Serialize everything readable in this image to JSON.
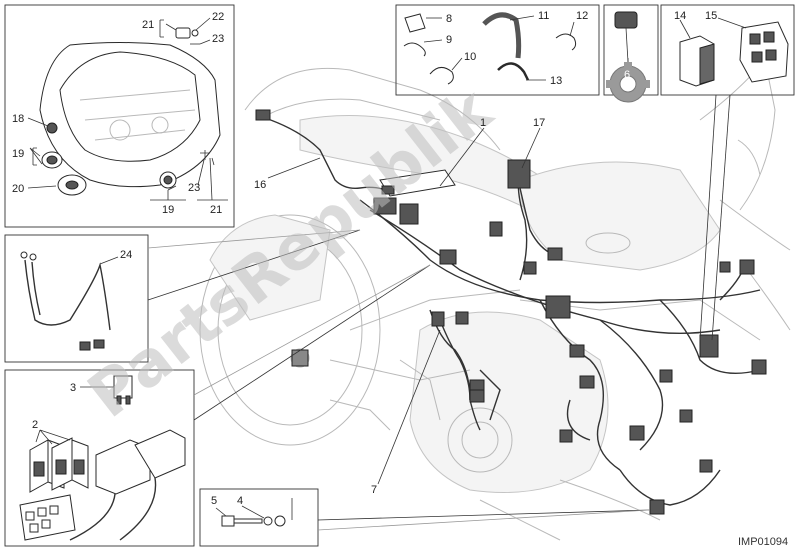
{
  "diagram": {
    "code": "IMP01094",
    "watermark": "PartsRepublik",
    "callouts": {
      "c1": "1",
      "c2": "2",
      "c3": "3",
      "c4": "4",
      "c5": "5",
      "c6": "6",
      "c7": "7",
      "c8": "8",
      "c9": "9",
      "c10": "10",
      "c11": "11",
      "c12": "12",
      "c13": "13",
      "c14": "14",
      "c15": "15",
      "c16": "16",
      "c17": "17",
      "c18": "18",
      "c19a": "19",
      "c19b": "19",
      "c20": "20",
      "c21a": "21",
      "c21b": "21",
      "c22": "22",
      "c23a": "23",
      "c23b": "23",
      "c24": "24"
    }
  }
}
